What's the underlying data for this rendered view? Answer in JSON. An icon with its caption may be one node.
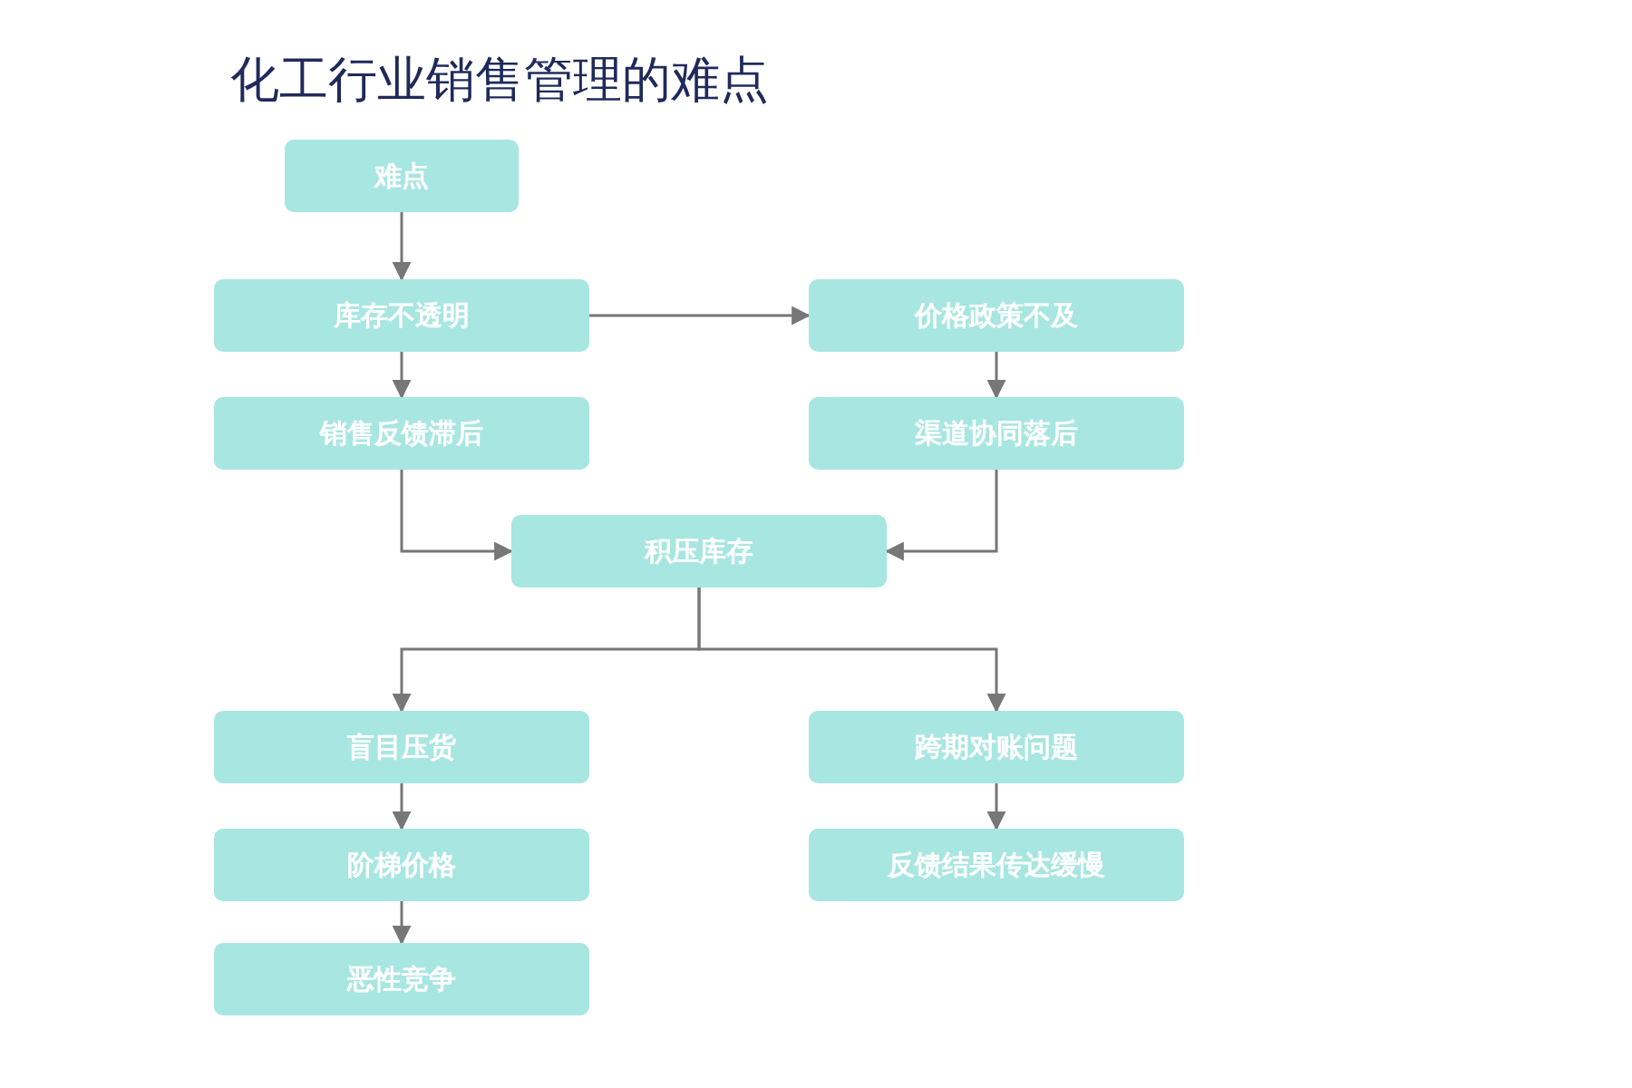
{
  "diagram": {
    "title": "化工行业销售管理的难点",
    "nodes": [
      {
        "text": [
          "难点"
        ]
      },
      {
        "text": [
          "库存不透明"
        ]
      },
      {
        "text": [
          "价格政策不及"
        ]
      },
      {
        "text": [
          "销售反馈滞后"
        ]
      },
      {
        "text": [
          "渠道协同落后"
        ]
      },
      {
        "text": [
          "积压库存"
        ]
      },
      {
        "text": [
          "盲目压货"
        ]
      },
      {
        "text": [
          "跨期对账问题"
        ]
      },
      {
        "text": [
          "阶梯价格"
        ]
      },
      {
        "text": [
          "反馈结果传达缓慢"
        ]
      },
      {
        "text": [
          "恶性竞争"
        ]
      }
    ],
    "edges": [
      {
        "from": 0,
        "to": 1,
        "arrow": "to"
      },
      {
        "from": 1,
        "to": 2,
        "arrow": "to"
      },
      {
        "from": 1,
        "to": 3,
        "arrow": "to"
      },
      {
        "from": 2,
        "to": 4,
        "arrow": "to"
      },
      {
        "from": 3,
        "to": 5,
        "arrow": "to"
      },
      {
        "from": 4,
        "to": 5,
        "arrow": "to"
      },
      {
        "from": 5,
        "to": 6,
        "arrow": "to"
      },
      {
        "from": 5,
        "to": 7,
        "arrow": "to"
      },
      {
        "from": 6,
        "to": 8,
        "arrow": "to"
      },
      {
        "from": 7,
        "to": 9,
        "arrow": "to"
      },
      {
        "from": 8,
        "to": 10,
        "arrow": "to"
      }
    ]
  }
}
